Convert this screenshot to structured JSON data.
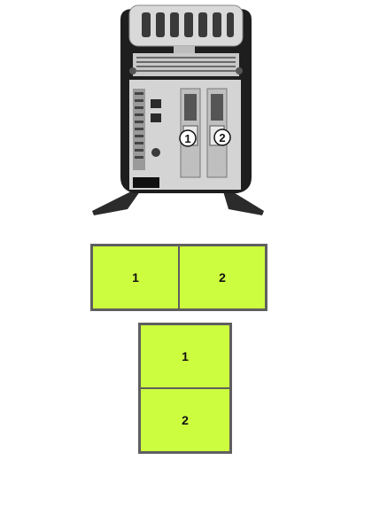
{
  "tower": {
    "port_labels": [
      "1",
      "2"
    ]
  },
  "horizontal_layout": {
    "displays": [
      "1",
      "2"
    ]
  },
  "vertical_layout": {
    "displays": [
      "1",
      "2"
    ]
  },
  "colors": {
    "display_fill": "#cdfd3f",
    "display_border": "#5f5f5f"
  }
}
